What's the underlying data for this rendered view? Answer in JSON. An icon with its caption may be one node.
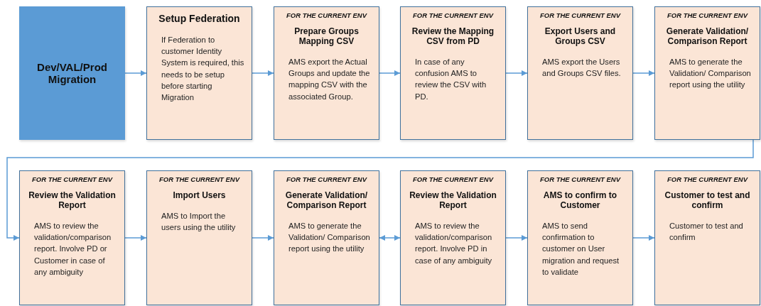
{
  "diagram": {
    "nodes": [
      {
        "text": [
          "Dev/VAL/Prod Migration"
        ]
      },
      {
        "text": [
          "Setup Federation",
          "If Federation to customer Identity System is required, this needs to be setup before starting Migration"
        ]
      },
      {
        "text": [
          "FOR THE CURRENT ENV",
          "Prepare Groups Mapping CSV",
          "AMS export the Actual Groups and update the mapping CSV with the associated Group."
        ]
      },
      {
        "text": [
          "FOR THE CURRENT ENV",
          "Review the Mapping CSV from PD",
          "In case of any confusion AMS to review the CSV with PD."
        ]
      },
      {
        "text": [
          "FOR THE CURRENT ENV",
          "Export Users and Groups CSV",
          "AMS export the Users and Groups CSV files."
        ]
      },
      {
        "text": [
          "FOR THE CURRENT ENV",
          "Generate Validation/ Comparison Report",
          "AMS to generate the Validation/ Comparison report using the utility"
        ]
      },
      {
        "text": [
          "FOR THE CURRENT ENV",
          "Review the Validation Report",
          "AMS to review the validation/comparison report. Involve PD or Customer in case of any ambiguity"
        ]
      },
      {
        "text": [
          "FOR THE CURRENT ENV",
          "Import Users",
          "AMS to Import the users using the utility"
        ]
      },
      {
        "text": [
          "FOR THE CURRENT ENV",
          "Generate Validation/ Comparison Report",
          "AMS to generate the Validation/ Comparison report using the utility"
        ]
      },
      {
        "text": [
          "FOR THE CURRENT ENV",
          "Review the Validation Report",
          "AMS to review the validation/comparison report. Involve PD in case of any ambiguity"
        ]
      },
      {
        "text": [
          "FOR THE CURRENT ENV",
          "AMS to confirm to Customer",
          "AMS to send confirmation to customer on User migration and request to validate"
        ]
      },
      {
        "text": [
          "FOR THE CURRENT ENV",
          "Customer to test and confirm",
          "Customer to test and confirm"
        ]
      }
    ],
    "edges": [
      {
        "from": 0,
        "to": 1,
        "arrow": "to"
      },
      {
        "from": 1,
        "to": 2,
        "arrow": "to"
      },
      {
        "from": 2,
        "to": 3,
        "arrow": "to"
      },
      {
        "from": 3,
        "to": 4,
        "arrow": "to"
      },
      {
        "from": 4,
        "to": 5,
        "arrow": "to"
      },
      {
        "from": 5,
        "to": 6,
        "arrow": "to"
      },
      {
        "from": 6,
        "to": 7,
        "arrow": "to"
      },
      {
        "from": 7,
        "to": 8,
        "arrow": "to"
      },
      {
        "from": 8,
        "to": 9,
        "arrow": "both"
      },
      {
        "from": 9,
        "to": 10,
        "arrow": "to"
      },
      {
        "from": 10,
        "to": 11,
        "arrow": "to"
      }
    ]
  }
}
